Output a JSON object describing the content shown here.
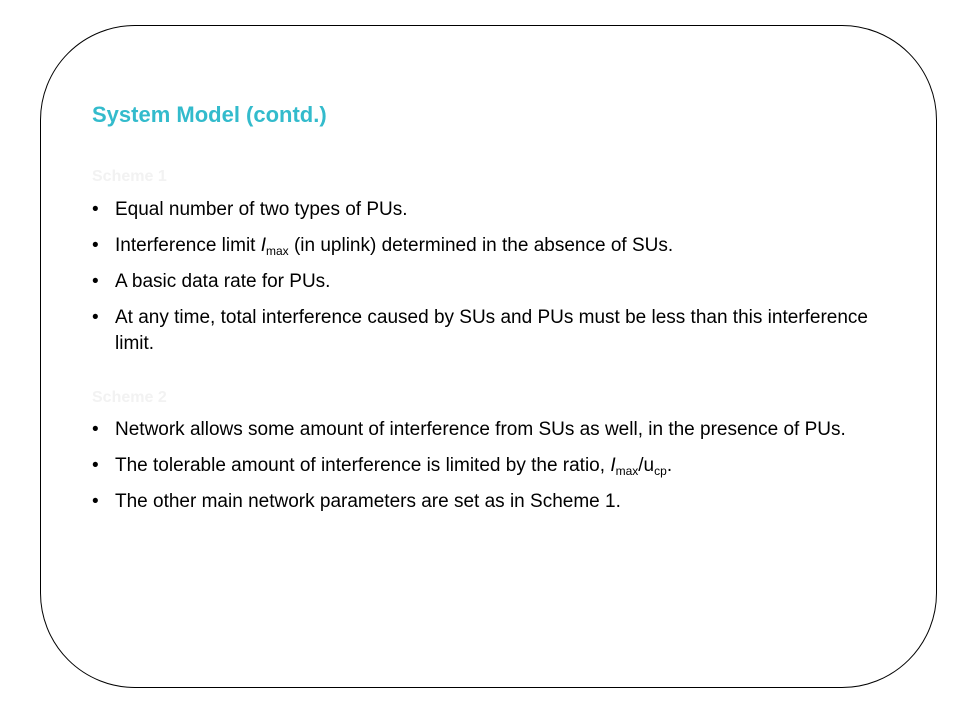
{
  "slide": {
    "title": "System Model (contd.)",
    "scheme1_heading": "Scheme 1",
    "scheme2_heading": "Scheme 2",
    "bullet_symbol": "•",
    "scheme1_bullets": [
      "Equal number of two types of PUs.",
      {
        "pre": "Interference limit ",
        "var": "I",
        "sub": "max",
        "post": " (in uplink) determined in the absence of SUs."
      },
      "A basic data rate for  PUs.",
      "At any time, total interference caused by SUs and PUs must be less than this interference limit."
    ],
    "scheme2_bullets": [
      "Network allows some amount of interference from SUs as well, in the presence of PUs.",
      {
        "pre": "The tolerable amount of interference is limited by the ratio, ",
        "var": "I",
        "sub": "max",
        "mid": "/u",
        "sub2": "cp",
        "post": "."
      },
      "The other main network parameters are set as in Scheme 1."
    ]
  }
}
